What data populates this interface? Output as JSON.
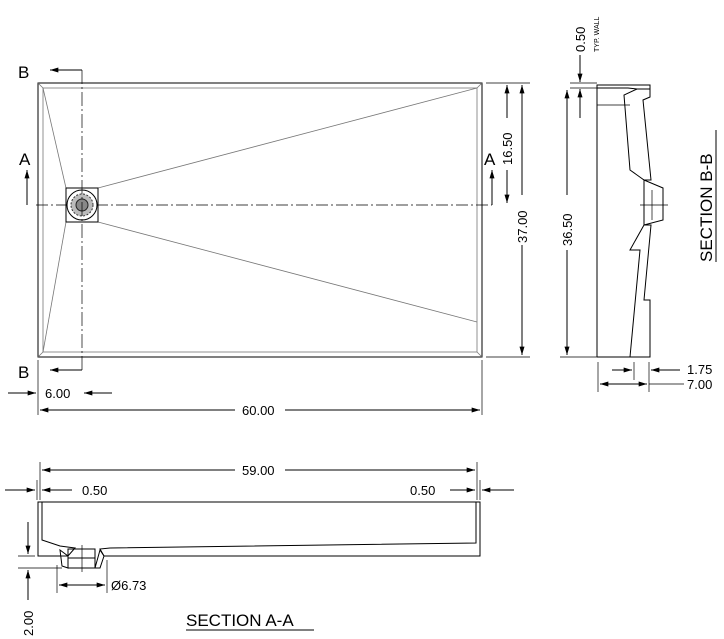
{
  "plan": {
    "section_b_label_top": "B",
    "section_b_label_bottom": "B",
    "section_a_label_left": "A",
    "section_a_label_right": "A",
    "dim_drain_offset_y": "16.50",
    "dim_overall_depth": "37.00",
    "dim_drain_offset_x": "6.00",
    "dim_overall_width": "60.00"
  },
  "section_bb": {
    "title": "SECTION B-B",
    "dim_wall": "0.50",
    "wall_note": "TYP. WALL",
    "dim_inner_depth": "36.50",
    "dim_drain_height": "1.75",
    "dim_total_height": "7.00"
  },
  "section_aa": {
    "title": "SECTION A-A",
    "dim_inner_width": "59.00",
    "dim_wall_left": "0.50",
    "dim_wall_right": "0.50",
    "dim_drain_diameter": "Ø6.73",
    "dim_base_height": "2.00"
  }
}
